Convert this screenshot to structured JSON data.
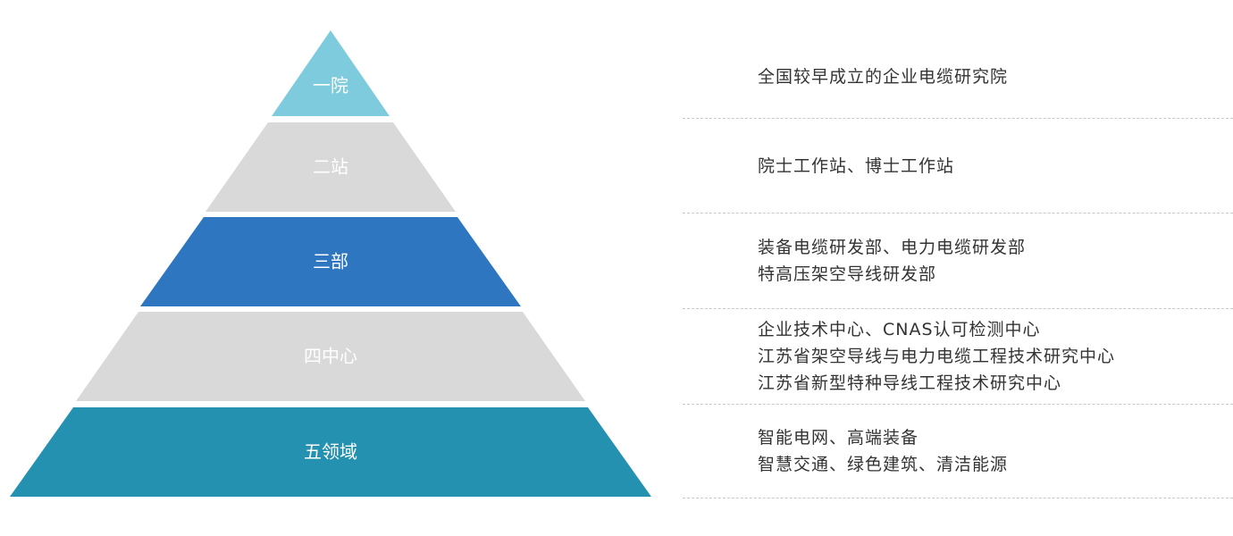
{
  "colors": {
    "tier_1": "#7ecbdd",
    "tier_2": "#d9d9d9",
    "tier_3": "#2e76c0",
    "tier_4": "#d9d9d9",
    "tier_5": "#2591b0",
    "label_text": "#ffffff",
    "description_text": "#333333",
    "divider": "#c8c8c8"
  },
  "pyramid": {
    "tiers": [
      {
        "label": "一院"
      },
      {
        "label": "二站"
      },
      {
        "label": "三部"
      },
      {
        "label": "四中心"
      },
      {
        "label": "五领域"
      }
    ]
  },
  "descriptions": [
    {
      "lines": [
        "全国较早成立的企业电缆研究院"
      ]
    },
    {
      "lines": [
        "院士工作站、博士工作站"
      ]
    },
    {
      "lines": [
        "装备电缆研发部、电力电缆研发部",
        "特高压架空导线研发部"
      ]
    },
    {
      "lines": [
        "企业技术中心、CNAS认可检测中心",
        "江苏省架空导线与电力电缆工程技术研究中心",
        "江苏省新型特种导线工程技术研究中心"
      ]
    },
    {
      "lines": [
        "智能电网、高端装备",
        "智慧交通、绿色建筑、清洁能源"
      ]
    }
  ]
}
